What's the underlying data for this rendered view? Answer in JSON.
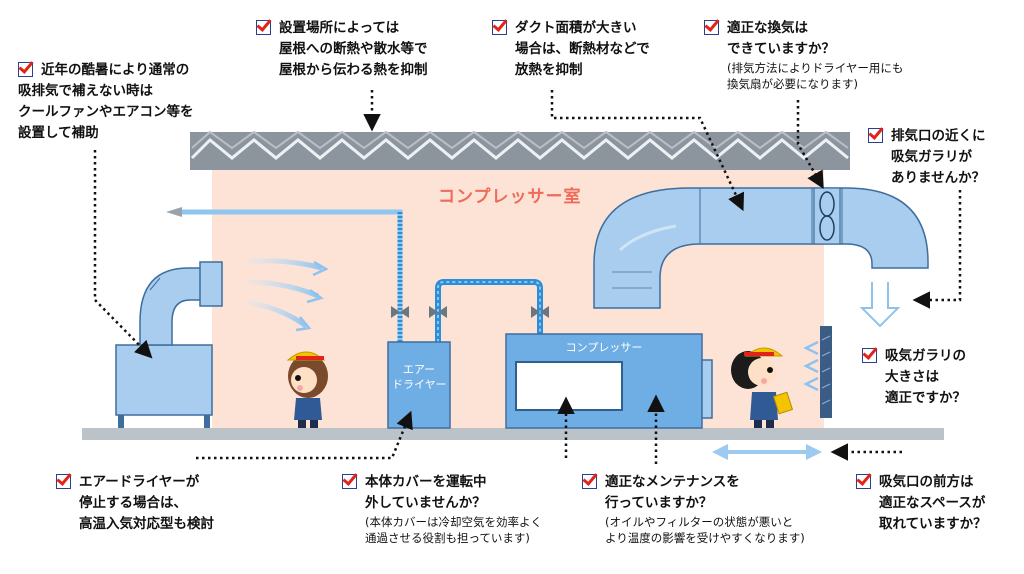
{
  "room_label": "コンプレッサー室",
  "equipment": {
    "air_dryer": [
      "エアー",
      "ドライヤー"
    ],
    "compressor": "コンプレッサー"
  },
  "notes": {
    "cooling_fan": [
      "近年の酷暑により通常の",
      "吸排気で補えない時は",
      "クールファンやエアコン等を",
      "設置して補助"
    ],
    "roof_insulation": [
      "設置場所によっては",
      "屋根への断熱や散水等で",
      "屋根から伝わる熱を抑制"
    ],
    "duct_area": [
      "ダクト面積が大きい",
      "場合は、断熱材などで",
      "放熱を抑制"
    ],
    "ventilation": {
      "lines": [
        "適正な換気は",
        "できていますか？"
      ],
      "sub": [
        "(排気方法によりドライヤー用にも",
        "換気扇が必要になります)"
      ]
    },
    "exhaust_near_intake": [
      "排気口の近くに",
      "吸気ガラリが",
      "ありませんか？"
    ],
    "intake_louver_size": [
      "吸気ガラリの",
      "大きさは",
      "適正ですか？"
    ],
    "air_dryer_high_temp": [
      "エアードライヤーが",
      "停止する場合は、",
      "高温入気対応型も検討"
    ],
    "cover_removed": {
      "lines": [
        "本体カバーを運転中",
        "外していませんか？"
      ],
      "sub": [
        "(本体カバーは冷却空気を効率よく",
        "通過させる役割も担っています)"
      ]
    },
    "maintenance": {
      "lines": [
        "適正なメンテナンスを",
        "行っていますか？"
      ],
      "sub": [
        "(オイルやフィルターの状態が悪いと",
        "より温度の影響を受けやすくなります)"
      ]
    },
    "intake_space": [
      "吸気口の前方は",
      "適正なスペースが",
      "取れていますか？"
    ]
  },
  "colors": {
    "room_fill": "#fde3d6",
    "duct_fill": "#a9cdee",
    "duct_stroke": "#3e6e9e",
    "pipe": "#2a8fd8",
    "roof": "#8c959e",
    "floor": "#bcc3c8",
    "check_red": "#e2231a",
    "check_blue": "#2a3f8f",
    "label_red": "#ef6b5a"
  }
}
